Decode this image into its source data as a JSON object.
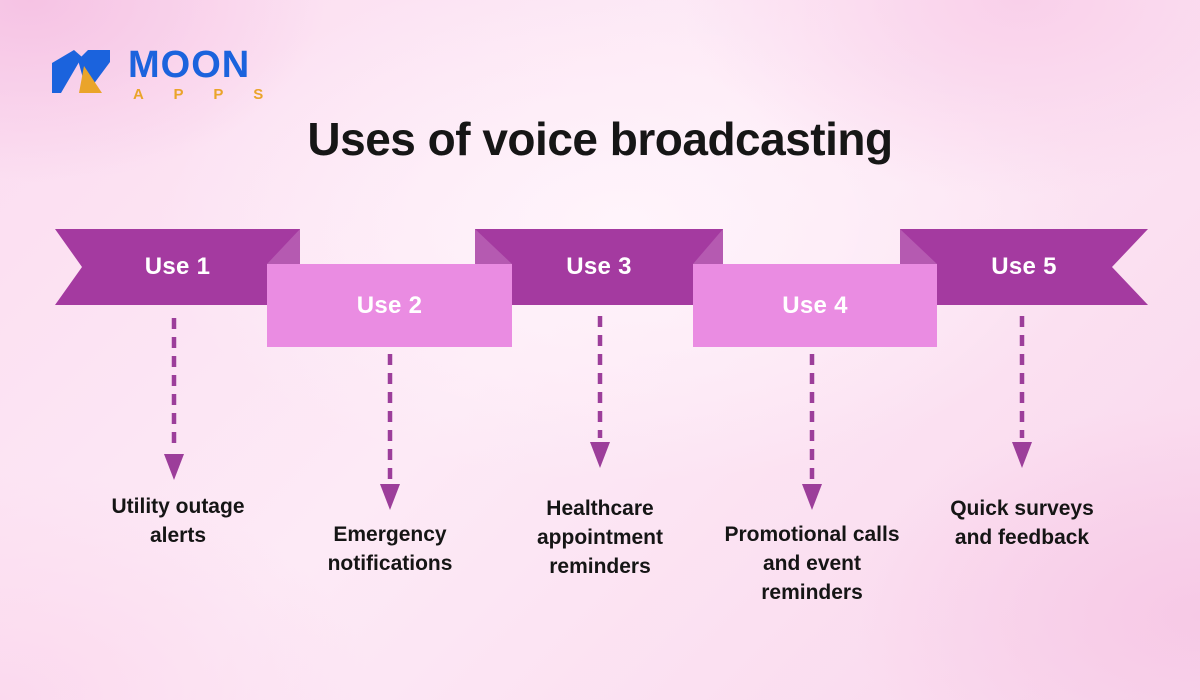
{
  "logo": {
    "brand": "MOON",
    "sub": "A P P S"
  },
  "title": "Uses of voice broadcasting",
  "colors": {
    "dark-banner": "#a43aa0",
    "light-banner": "#ea8ce2",
    "fold": "#b55ab1",
    "arrow": "#9c3e9a",
    "logo-blue": "#1b63dd",
    "logo-orange": "#eaa42a",
    "title-text": "#161616",
    "caption-text": "#151515",
    "banner-text": "#ffffff",
    "background-pink": "#fbdcf0"
  },
  "steps": [
    {
      "label": "Use 1",
      "caption": "Utility outage\nalerts"
    },
    {
      "label": "Use 2",
      "caption": "Emergency\nnotifications"
    },
    {
      "label": "Use 3",
      "caption": "Healthcare\nappointment\nreminders"
    },
    {
      "label": "Use 4",
      "caption": "Promotional calls\nand event\nreminders"
    },
    {
      "label": "Use 5",
      "caption": "Quick surveys\nand feedback"
    }
  ]
}
